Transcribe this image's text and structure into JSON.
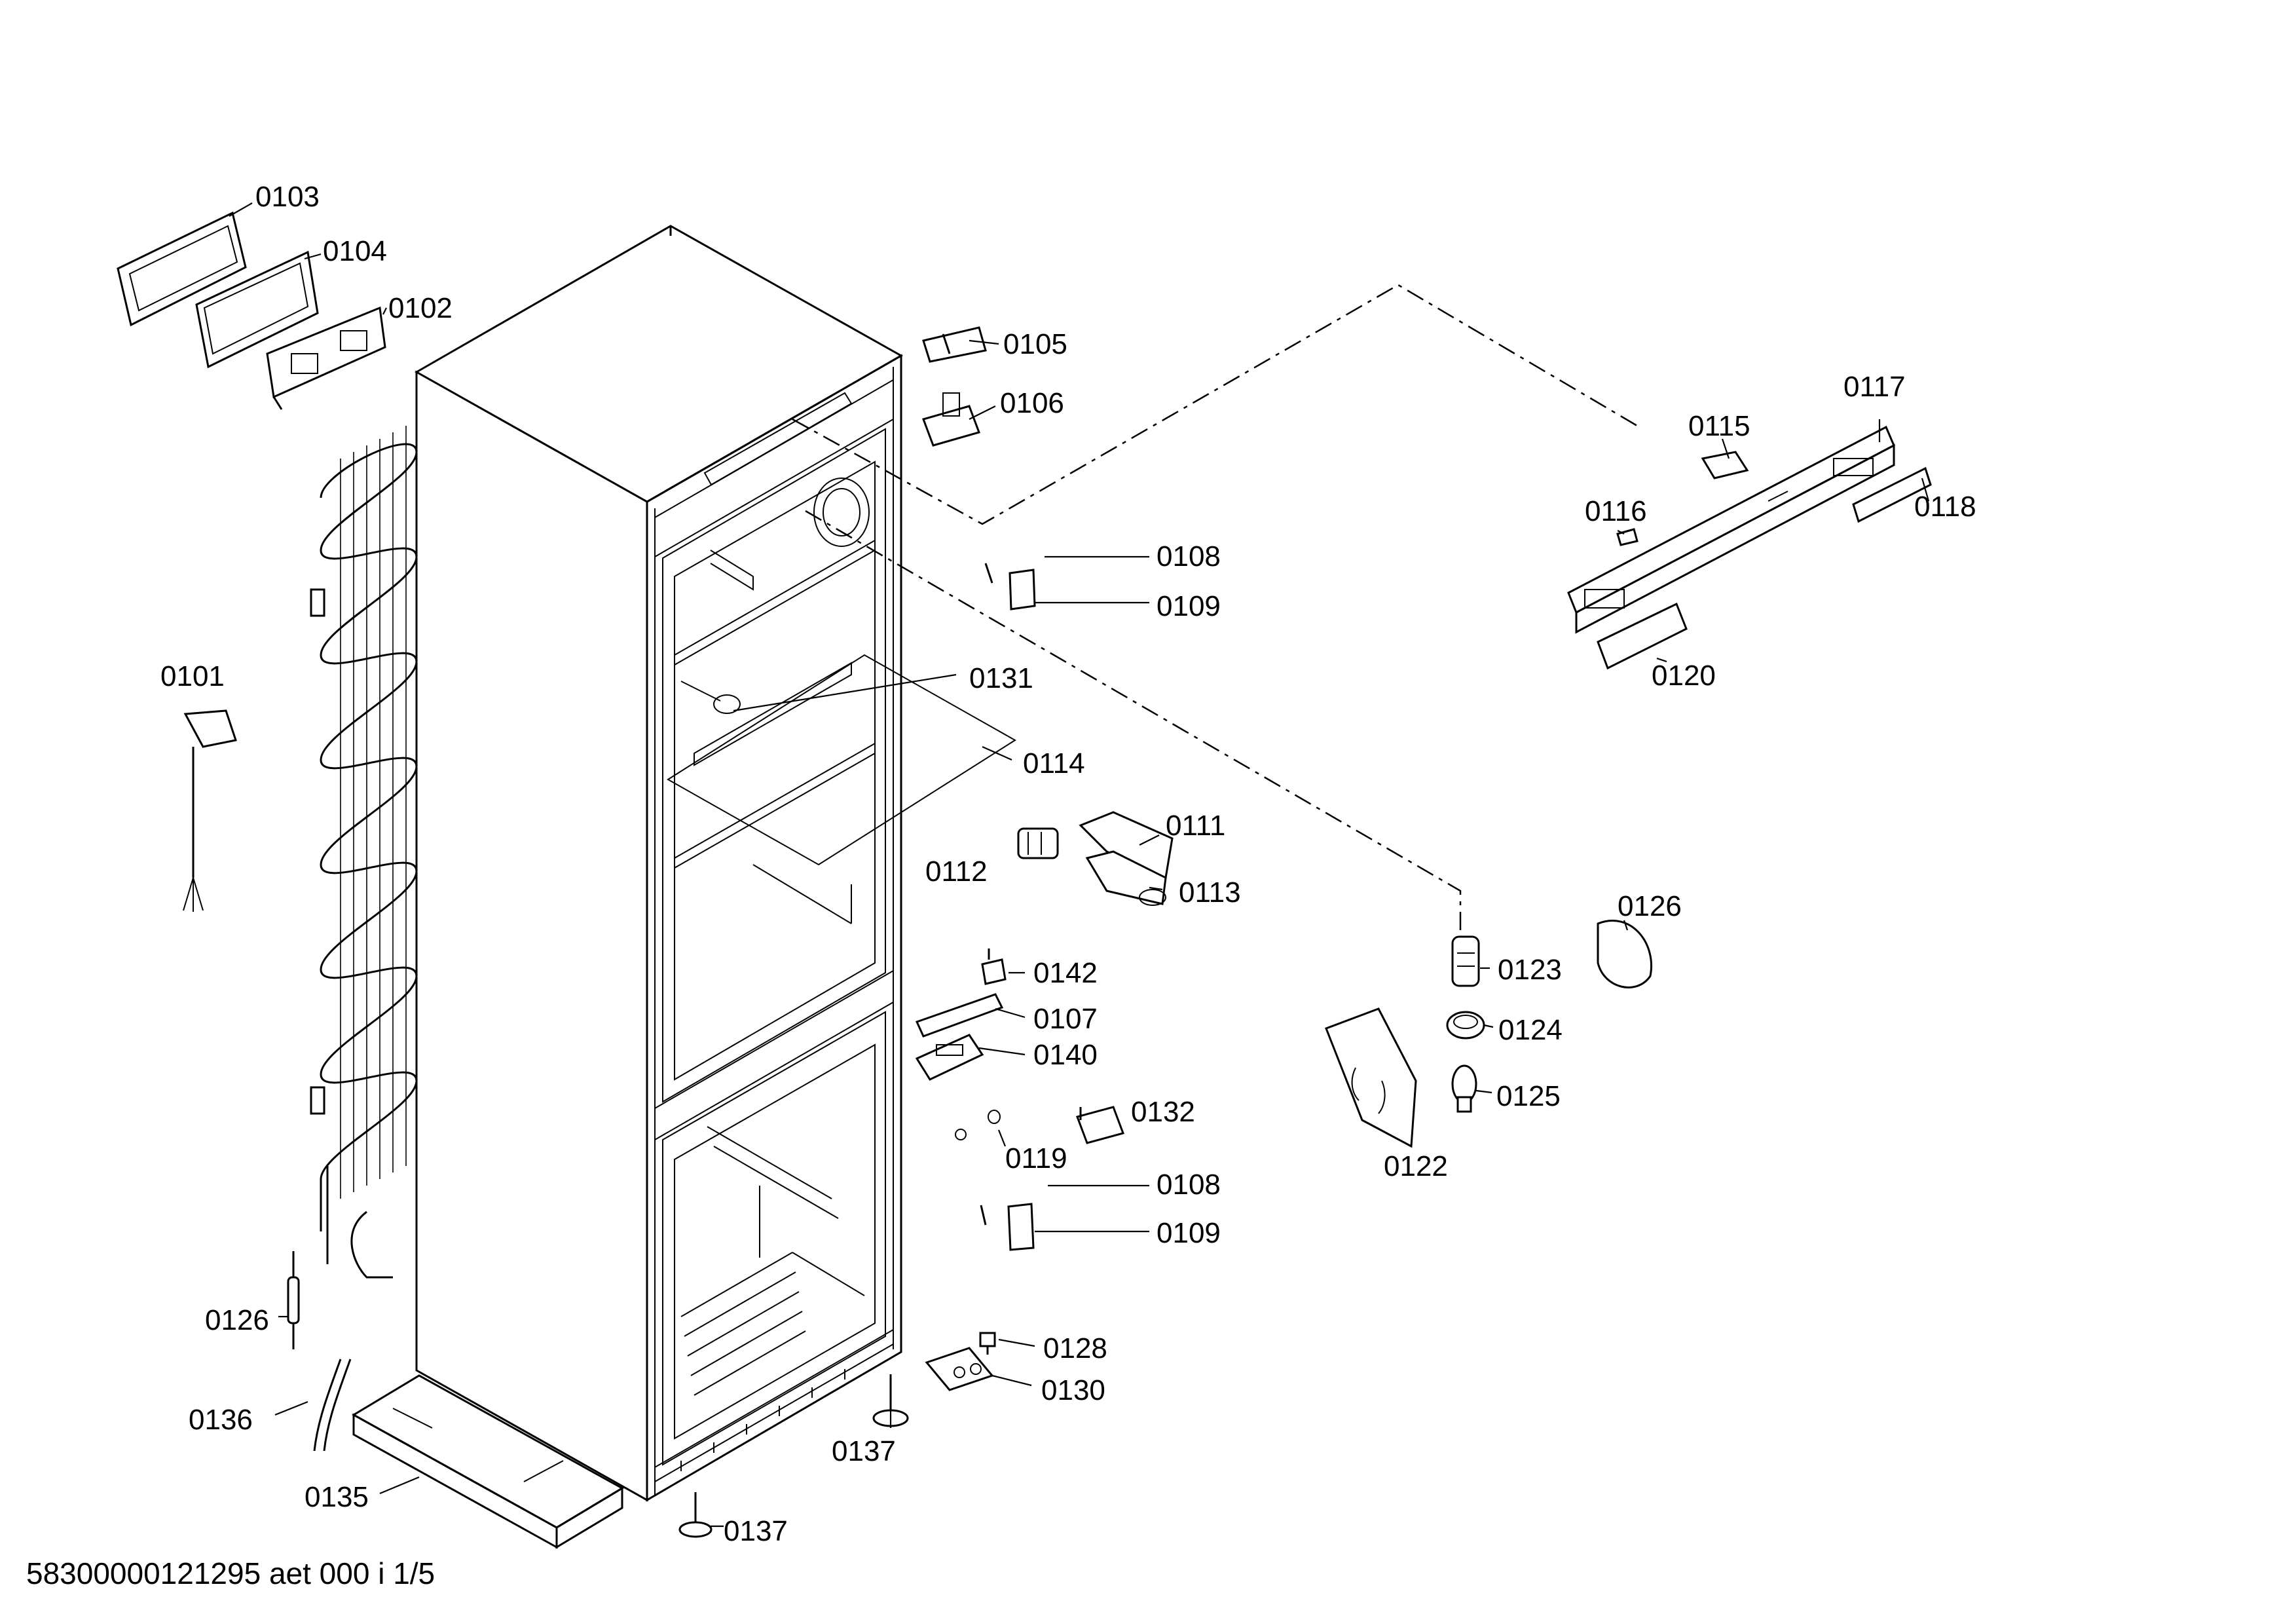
{
  "document": {
    "id_text": "58300000121295 aet 000 i 1/5"
  },
  "parts": [
    {
      "key": "p0101",
      "label": "0101"
    },
    {
      "key": "p0102",
      "label": "0102"
    },
    {
      "key": "p0103",
      "label": "0103"
    },
    {
      "key": "p0104",
      "label": "0104"
    },
    {
      "key": "p0105",
      "label": "0105"
    },
    {
      "key": "p0106",
      "label": "0106"
    },
    {
      "key": "p0107",
      "label": "0107"
    },
    {
      "key": "p0108a",
      "label": "0108"
    },
    {
      "key": "p0108b",
      "label": "0108"
    },
    {
      "key": "p0109a",
      "label": "0109"
    },
    {
      "key": "p0109b",
      "label": "0109"
    },
    {
      "key": "p0111",
      "label": "0111"
    },
    {
      "key": "p0112",
      "label": "0112"
    },
    {
      "key": "p0113",
      "label": "0113"
    },
    {
      "key": "p0114",
      "label": "0114"
    },
    {
      "key": "p0115",
      "label": "0115"
    },
    {
      "key": "p0116",
      "label": "0116"
    },
    {
      "key": "p0117",
      "label": "0117"
    },
    {
      "key": "p0118",
      "label": "0118"
    },
    {
      "key": "p0119",
      "label": "0119"
    },
    {
      "key": "p0120",
      "label": "0120"
    },
    {
      "key": "p0122",
      "label": "0122"
    },
    {
      "key": "p0123",
      "label": "0123"
    },
    {
      "key": "p0124",
      "label": "0124"
    },
    {
      "key": "p0125",
      "label": "0125"
    },
    {
      "key": "p0126a",
      "label": "0126"
    },
    {
      "key": "p0126b",
      "label": "0126"
    },
    {
      "key": "p0128",
      "label": "0128"
    },
    {
      "key": "p0130",
      "label": "0130"
    },
    {
      "key": "p0131",
      "label": "0131"
    },
    {
      "key": "p0132",
      "label": "0132"
    },
    {
      "key": "p0135",
      "label": "0135"
    },
    {
      "key": "p0136",
      "label": "0136"
    },
    {
      "key": "p0137a",
      "label": "0137"
    },
    {
      "key": "p0137b",
      "label": "0137"
    },
    {
      "key": "p0140",
      "label": "0140"
    },
    {
      "key": "p0142",
      "label": "0142"
    }
  ]
}
